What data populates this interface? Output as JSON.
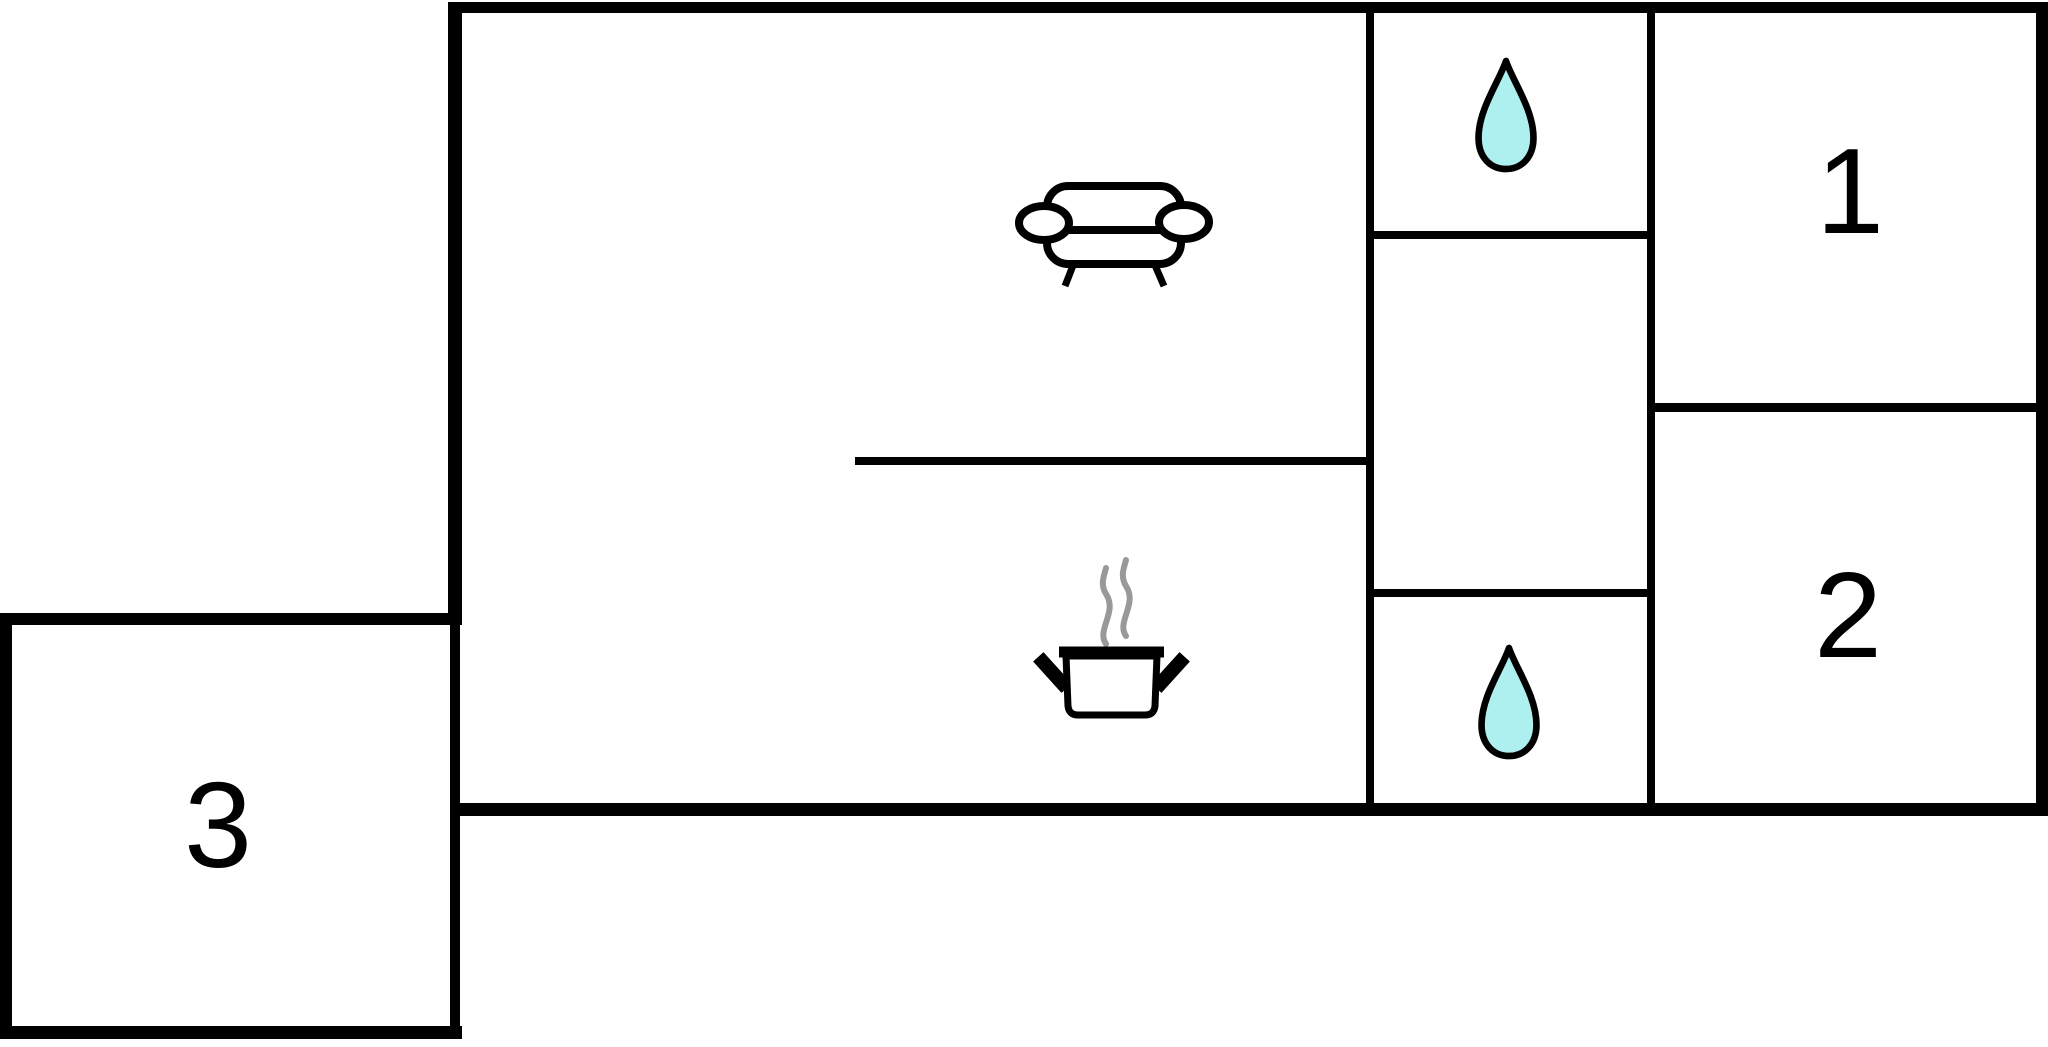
{
  "plan": {
    "background_color": "#ffffff",
    "wall_color": "#000000",
    "labels": {
      "room1": "1",
      "room2": "2",
      "room3": "3"
    },
    "colors": {
      "water_drop_fill": "#aeeff0",
      "water_drop_outline": "#000000",
      "steam": "#999999",
      "furniture_outline": "#000000"
    },
    "icons": {
      "living_area": "sofa-icon",
      "kitchen": "cooking-pot-icon",
      "bathroom_top": "water-drop-icon",
      "bathroom_bottom": "water-drop-icon"
    }
  }
}
